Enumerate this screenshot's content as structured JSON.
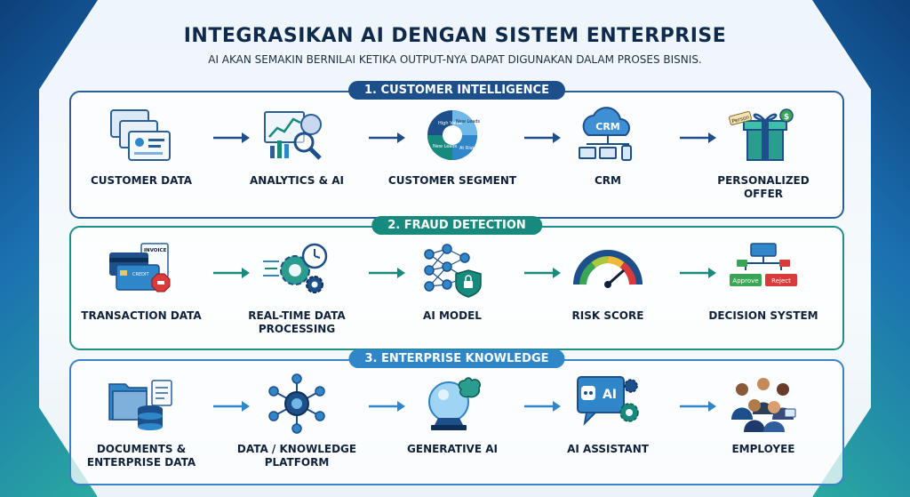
{
  "title": "INTEGRASIKAN AI DENGAN SISTEM ENTERPRISE",
  "subtitle": "AI AKAN SEMAKIN BERNILAI KETIKA OUTPUT-NYA DAPAT DIGUNAKAN DALAM PROSES BISNIS.",
  "colors": {
    "navy": "#1d4f8a",
    "teal": "#178a7d",
    "blue": "#2f86c9",
    "red": "#d93a3a",
    "green": "#3aa655"
  },
  "sections": [
    {
      "label": "1. CUSTOMER INTELLIGENCE",
      "steps": [
        {
          "label": "CUSTOMER DATA",
          "icon": "profile-cards-icon"
        },
        {
          "label": "ANALYTICS & AI",
          "icon": "analytics-magnifier-icon"
        },
        {
          "label": "CUSTOMER SEGMENT",
          "icon": "segment-ring-icon",
          "segments": [
            "High Value",
            "New Leads",
            "New Leads",
            "At Risk"
          ]
        },
        {
          "label": "CRM",
          "icon": "cloud-crm-icon",
          "badge": "CRM"
        },
        {
          "label": "PERSONALIZED OFFER",
          "icon": "gift-icon",
          "tag": "Person"
        }
      ]
    },
    {
      "label": "2. FRAUD DETECTION",
      "steps": [
        {
          "label": "TRANSACTION DATA",
          "icon": "credit-card-icon",
          "doc": "INVOICE",
          "card": "CREDIT"
        },
        {
          "label": "REAL-TIME DATA PROCESSING",
          "icon": "gear-clock-icon"
        },
        {
          "label": "AI MODEL",
          "icon": "neural-network-icon"
        },
        {
          "label": "RISK SCORE",
          "icon": "gauge-icon"
        },
        {
          "label": "DECISION SYSTEM",
          "icon": "decision-tree-icon",
          "approve": "Approve",
          "reject": "Reject"
        }
      ]
    },
    {
      "label": "3. ENTERPRISE KNOWLEDGE",
      "steps": [
        {
          "label": "DOCUMENTS & ENTERPRISE DATA",
          "icon": "folder-database-icon"
        },
        {
          "label": "DATA / KNOWLEDGE PLATFORM",
          "icon": "hub-network-icon"
        },
        {
          "label": "GENERATIVE AI",
          "icon": "crystal-ball-brain-icon"
        },
        {
          "label": "AI ASSISTANT",
          "icon": "chat-robot-icon",
          "badge": "AI"
        },
        {
          "label": "EMPLOYEE",
          "icon": "people-group-icon"
        }
      ]
    }
  ]
}
